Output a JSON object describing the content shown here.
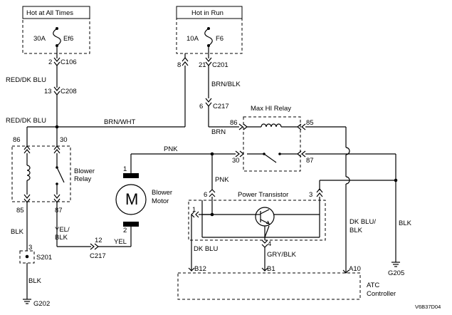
{
  "boxes": {
    "hot_all_times": "Hot at All Times",
    "hot_in_run": "Hot in Run"
  },
  "fuses": {
    "ef6": {
      "rating": "30A",
      "name": "Ef6"
    },
    "f6": {
      "rating": "10A",
      "name": "F6"
    }
  },
  "connectors": {
    "c106": "C106",
    "c106_pin": "2",
    "c201": "C201",
    "c201_pin_8": "8",
    "c201_pin_21": "21",
    "c208": "C208",
    "c208_pin": "13",
    "c217_top": "C217",
    "c217_top_pin": "6",
    "c217_bottom": "C217",
    "c217_bottom_pin": "12",
    "s201": "S201",
    "s201_pin": "3"
  },
  "wires": {
    "red_dk_blu_1": "RED/DK BLU",
    "red_dk_blu_2": "RED/DK BLU",
    "brn_wht": "BRN/WHT",
    "brn_blk": "BRN/BLK",
    "brn": "BRN",
    "pnk_top": "PNK",
    "pnk_mid": "PNK",
    "blk_left_1": "BLK",
    "blk_left_2": "BLK",
    "yel_blk_1": "YEL/",
    "yel_blk_2": "BLK",
    "yel": "YEL",
    "dk_blu": "DK BLU",
    "gry_blk": "GRY/BLK",
    "dk_blu_blk_1": "DK BLU/",
    "dk_blu_blk_2": "BLK",
    "blk_right": "BLK"
  },
  "components": {
    "blower_relay_1": "Blower",
    "blower_relay_2": "Relay",
    "blower_motor_1": "Blower",
    "blower_motor_2": "Motor",
    "motor_symbol": "M",
    "max_hi_relay": "Max HI Relay",
    "power_transistor": "Power Transistor",
    "atc_1": "ATC",
    "atc_2": "Controller"
  },
  "pins": {
    "br_86": "86",
    "br_30": "30",
    "br_85": "85",
    "br_87": "87",
    "mh_86": "86",
    "mh_85": "85",
    "mh_30": "30",
    "mh_87": "87",
    "motor_1": "1",
    "motor_2": "2",
    "pt_6": "6",
    "pt_3": "3",
    "pt_1": "1",
    "pt_4": "4",
    "atc_b12": "B12",
    "atc_b1": "B1",
    "atc_a10": "A10"
  },
  "grounds": {
    "g202": "G202",
    "g205": "G205"
  },
  "figure_id": "V6B37D04"
}
